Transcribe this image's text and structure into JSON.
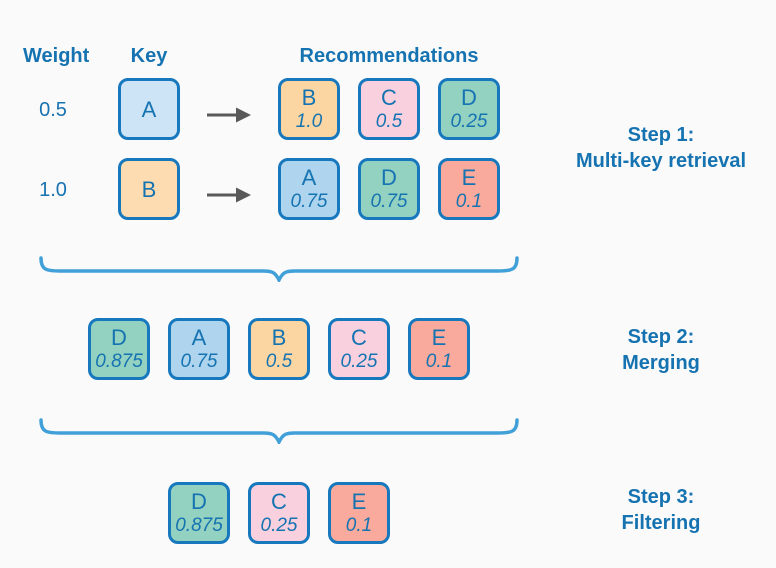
{
  "palette": {
    "background": "#fafafa",
    "border_blue": "#1878be",
    "text_blue": "#1673b1",
    "brace_blue": "#41a0d8",
    "arrow_gray": "#595959",
    "fill_blue": "#aed4ee",
    "fill_blue_light": "#cce4f6",
    "fill_orange": "#fbd6a2",
    "fill_orange_light": "#fcdcb0",
    "fill_pink": "#f8d0de",
    "fill_teal": "#93d1c1",
    "fill_salmon": "#f9aa9c"
  },
  "headers": {
    "weight": "Weight",
    "key": "Key",
    "recommendations": "Recommendations"
  },
  "step1": {
    "label_line1": "Step 1:",
    "label_line2": "Multi-key retrieval",
    "rows": [
      {
        "weight": "0.5",
        "key_label": "A",
        "key_color": "blue_light",
        "recs": [
          {
            "label": "B",
            "score": "1.0",
            "color": "orange"
          },
          {
            "label": "C",
            "score": "0.5",
            "color": "pink"
          },
          {
            "label": "D",
            "score": "0.25",
            "color": "teal"
          }
        ]
      },
      {
        "weight": "1.0",
        "key_label": "B",
        "key_color": "orange_light",
        "recs": [
          {
            "label": "A",
            "score": "0.75",
            "color": "blue"
          },
          {
            "label": "D",
            "score": "0.75",
            "color": "teal"
          },
          {
            "label": "E",
            "score": "0.1",
            "color": "salmon"
          }
        ]
      }
    ]
  },
  "step2": {
    "label_line1": "Step 2:",
    "label_line2": "Merging",
    "items": [
      {
        "label": "D",
        "score": "0.875",
        "color": "teal"
      },
      {
        "label": "A",
        "score": "0.75",
        "color": "blue"
      },
      {
        "label": "B",
        "score": "0.5",
        "color": "orange"
      },
      {
        "label": "C",
        "score": "0.25",
        "color": "pink"
      },
      {
        "label": "E",
        "score": "0.1",
        "color": "salmon"
      }
    ]
  },
  "step3": {
    "label_line1": "Step 3:",
    "label_line2": "Filtering",
    "items": [
      {
        "label": "D",
        "score": "0.875",
        "color": "teal"
      },
      {
        "label": "C",
        "score": "0.25",
        "color": "pink"
      },
      {
        "label": "E",
        "score": "0.1",
        "color": "salmon"
      }
    ]
  }
}
